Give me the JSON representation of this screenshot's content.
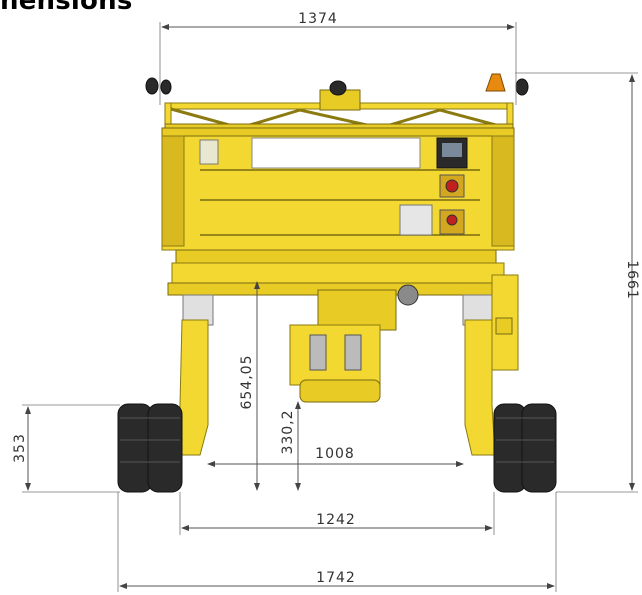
{
  "title": "nensions",
  "dimensions": {
    "top_width": "1374",
    "height_total": "1661",
    "mast_height": "654,05",
    "inner_height": "330,2",
    "wheel_height": "353",
    "inner_width": "1008",
    "track_width": "1242",
    "overall_width": "1742"
  },
  "colors": {
    "machine_yellow": "#f2d830",
    "tire_black": "#2a2a2a"
  }
}
